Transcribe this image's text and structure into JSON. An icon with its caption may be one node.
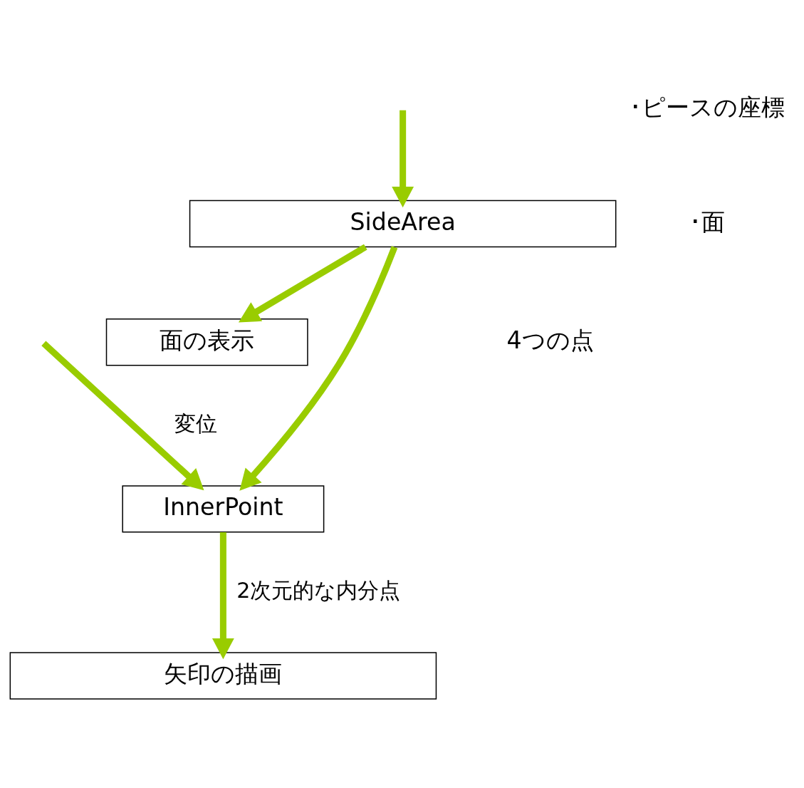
{
  "diagram": {
    "nodes": [
      {
        "text": [
          "SideArea"
        ]
      },
      {
        "text": [
          "面の表示"
        ]
      },
      {
        "text": [
          "InnerPoint"
        ]
      },
      {
        "text": [
          "矢印の描画"
        ]
      }
    ],
    "edges": [
      {
        "from": null,
        "to": 0,
        "arrow": "to"
      },
      {
        "from": 0,
        "to": 2,
        "arrow": "to"
      },
      {
        "from": 0,
        "to": 1,
        "arrow": "to"
      },
      {
        "from": null,
        "to": 2,
        "arrow": "to",
        "label": "変位"
      },
      {
        "from": 2,
        "to": 3,
        "arrow": "to",
        "label": "2次元的な内分点"
      }
    ],
    "labels": [
      "･ピースの座標",
      "･面",
      "4つの点"
    ]
  }
}
